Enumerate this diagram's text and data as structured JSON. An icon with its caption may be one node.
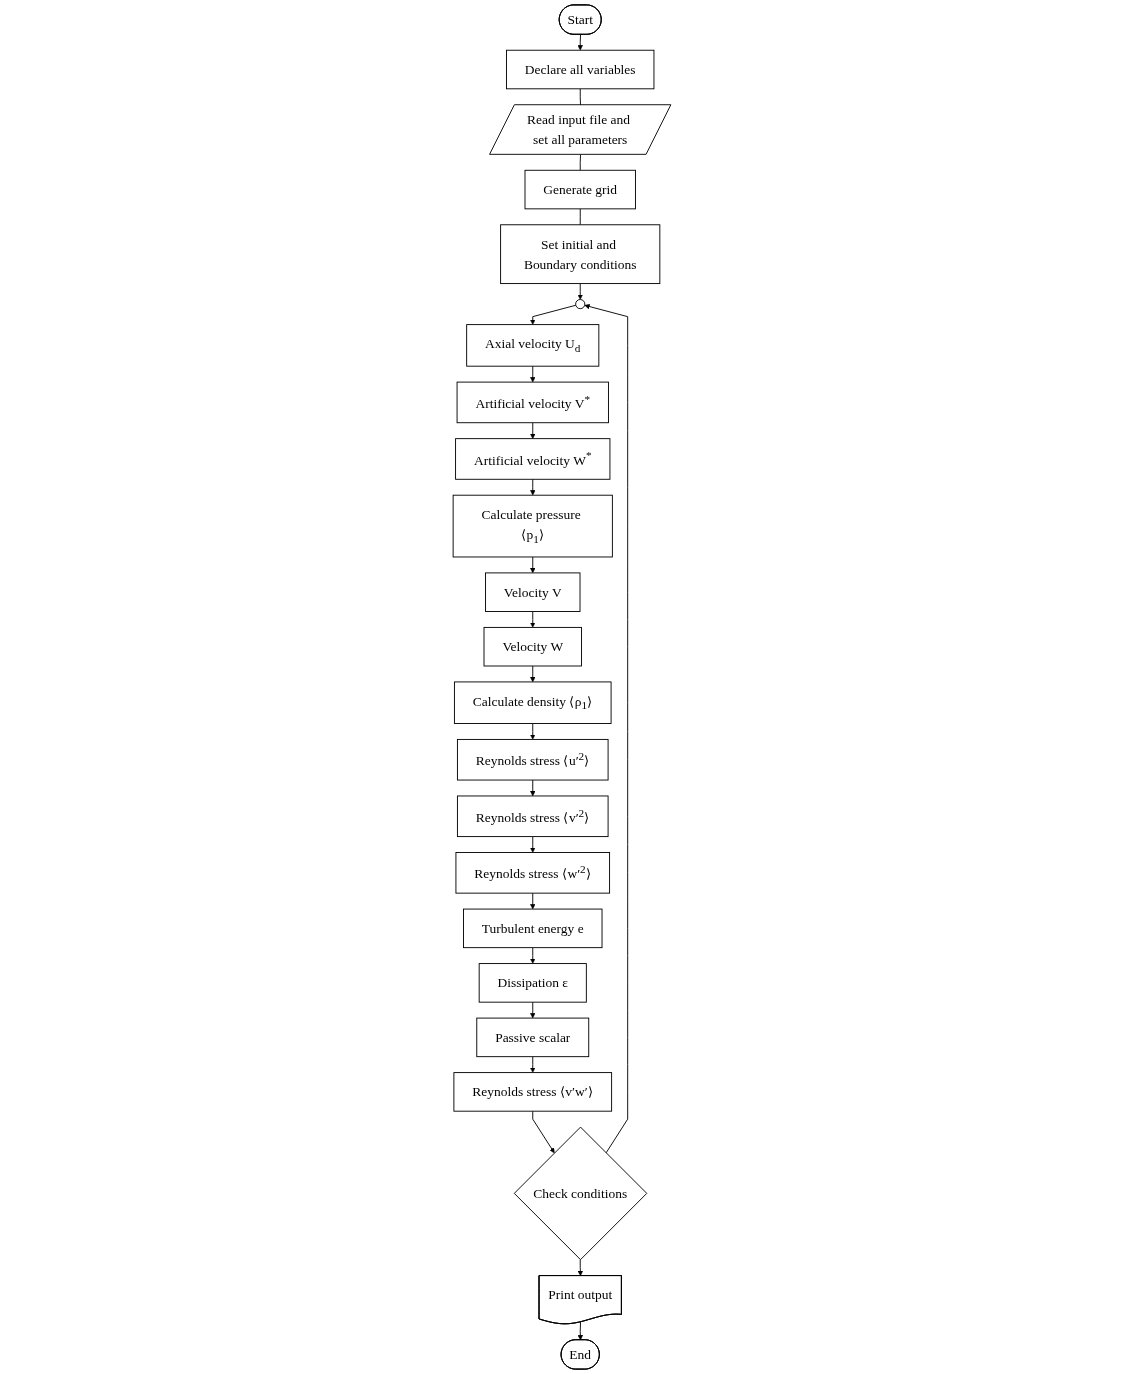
{
  "diagram": {
    "nodes": [
      {
        "text": [
          "Start"
        ]
      },
      {
        "text": [
          "Declare all variables"
        ]
      },
      {
        "text": [
          "Read input file and set all parameters"
        ]
      },
      {
        "text": [
          "Generate grid"
        ]
      },
      {
        "text": [
          "Set initial and Boundary conditions"
        ]
      },
      {
        "text": [],
        "shape": "circle"
      },
      {
        "text": [
          "Axial velocity U$_{d}$"
        ]
      },
      {
        "text": [
          "Artificial velocity V$^{*}$"
        ]
      },
      {
        "text": [
          "Artificial velocity W$^{*}$"
        ]
      },
      {
        "text": [
          "Calculate pressure ⟨p$_{1}$⟩"
        ]
      },
      {
        "text": [
          "Velocity V"
        ]
      },
      {
        "text": [
          "Velocity W"
        ]
      },
      {
        "text": [
          "Calculate density ⟨ρ$_{1}$⟩"
        ]
      },
      {
        "text": [
          "Reynolds stress ⟨u′$^{2}$⟩"
        ]
      },
      {
        "text": [
          "Reynolds stress ⟨v′$^{2}$⟩"
        ]
      },
      {
        "text": [
          "Reynolds stress ⟨w′$^{2}$⟩"
        ]
      },
      {
        "text": [
          "Turbulent energy e"
        ]
      },
      {
        "text": [
          "Dissipation ε"
        ]
      },
      {
        "text": [
          "Passive scalar"
        ]
      },
      {
        "text": [
          "Reynolds stress ⟨v′w′⟩"
        ]
      },
      {
        "text": [
          "Check conditions"
        ]
      },
      {
        "text": [
          "Print output"
        ]
      },
      {
        "text": [
          "End"
        ]
      }
    ],
    "edges": [
      {
        "from": 0,
        "to": 1,
        "arrow": "to"
      },
      {
        "from": 1,
        "to": 2,
        "arrow": "none"
      },
      {
        "from": 2,
        "to": 3,
        "arrow": "none"
      },
      {
        "from": 3,
        "to": 4,
        "arrow": "none"
      },
      {
        "from": 4,
        "to": 5,
        "arrow": "to"
      },
      {
        "from": 5,
        "to": 6,
        "arrow": "to"
      },
      {
        "from": 6,
        "to": 7,
        "arrow": "to"
      },
      {
        "from": 7,
        "to": 8,
        "arrow": "to"
      },
      {
        "from": 8,
        "to": 9,
        "arrow": "to"
      },
      {
        "from": 9,
        "to": 10,
        "arrow": "to"
      },
      {
        "from": 10,
        "to": 11,
        "arrow": "to"
      },
      {
        "from": 11,
        "to": 12,
        "arrow": "to"
      },
      {
        "from": 12,
        "to": 13,
        "arrow": "to"
      },
      {
        "from": 13,
        "to": 14,
        "arrow": "to"
      },
      {
        "from": 14,
        "to": 15,
        "arrow": "to"
      },
      {
        "from": 15,
        "to": 16,
        "arrow": "to"
      },
      {
        "from": 16,
        "to": 17,
        "arrow": "to"
      },
      {
        "from": 17,
        "to": 18,
        "arrow": "to"
      },
      {
        "from": 18,
        "to": 19,
        "arrow": "to"
      },
      {
        "from": 19,
        "to": 20,
        "arrow": "to"
      },
      {
        "from": 20,
        "to": 5,
        "arrow": "to"
      },
      {
        "from": 20,
        "to": 21,
        "arrow": "to"
      },
      {
        "from": 21,
        "to": 22,
        "arrow": "to"
      }
    ]
  }
}
